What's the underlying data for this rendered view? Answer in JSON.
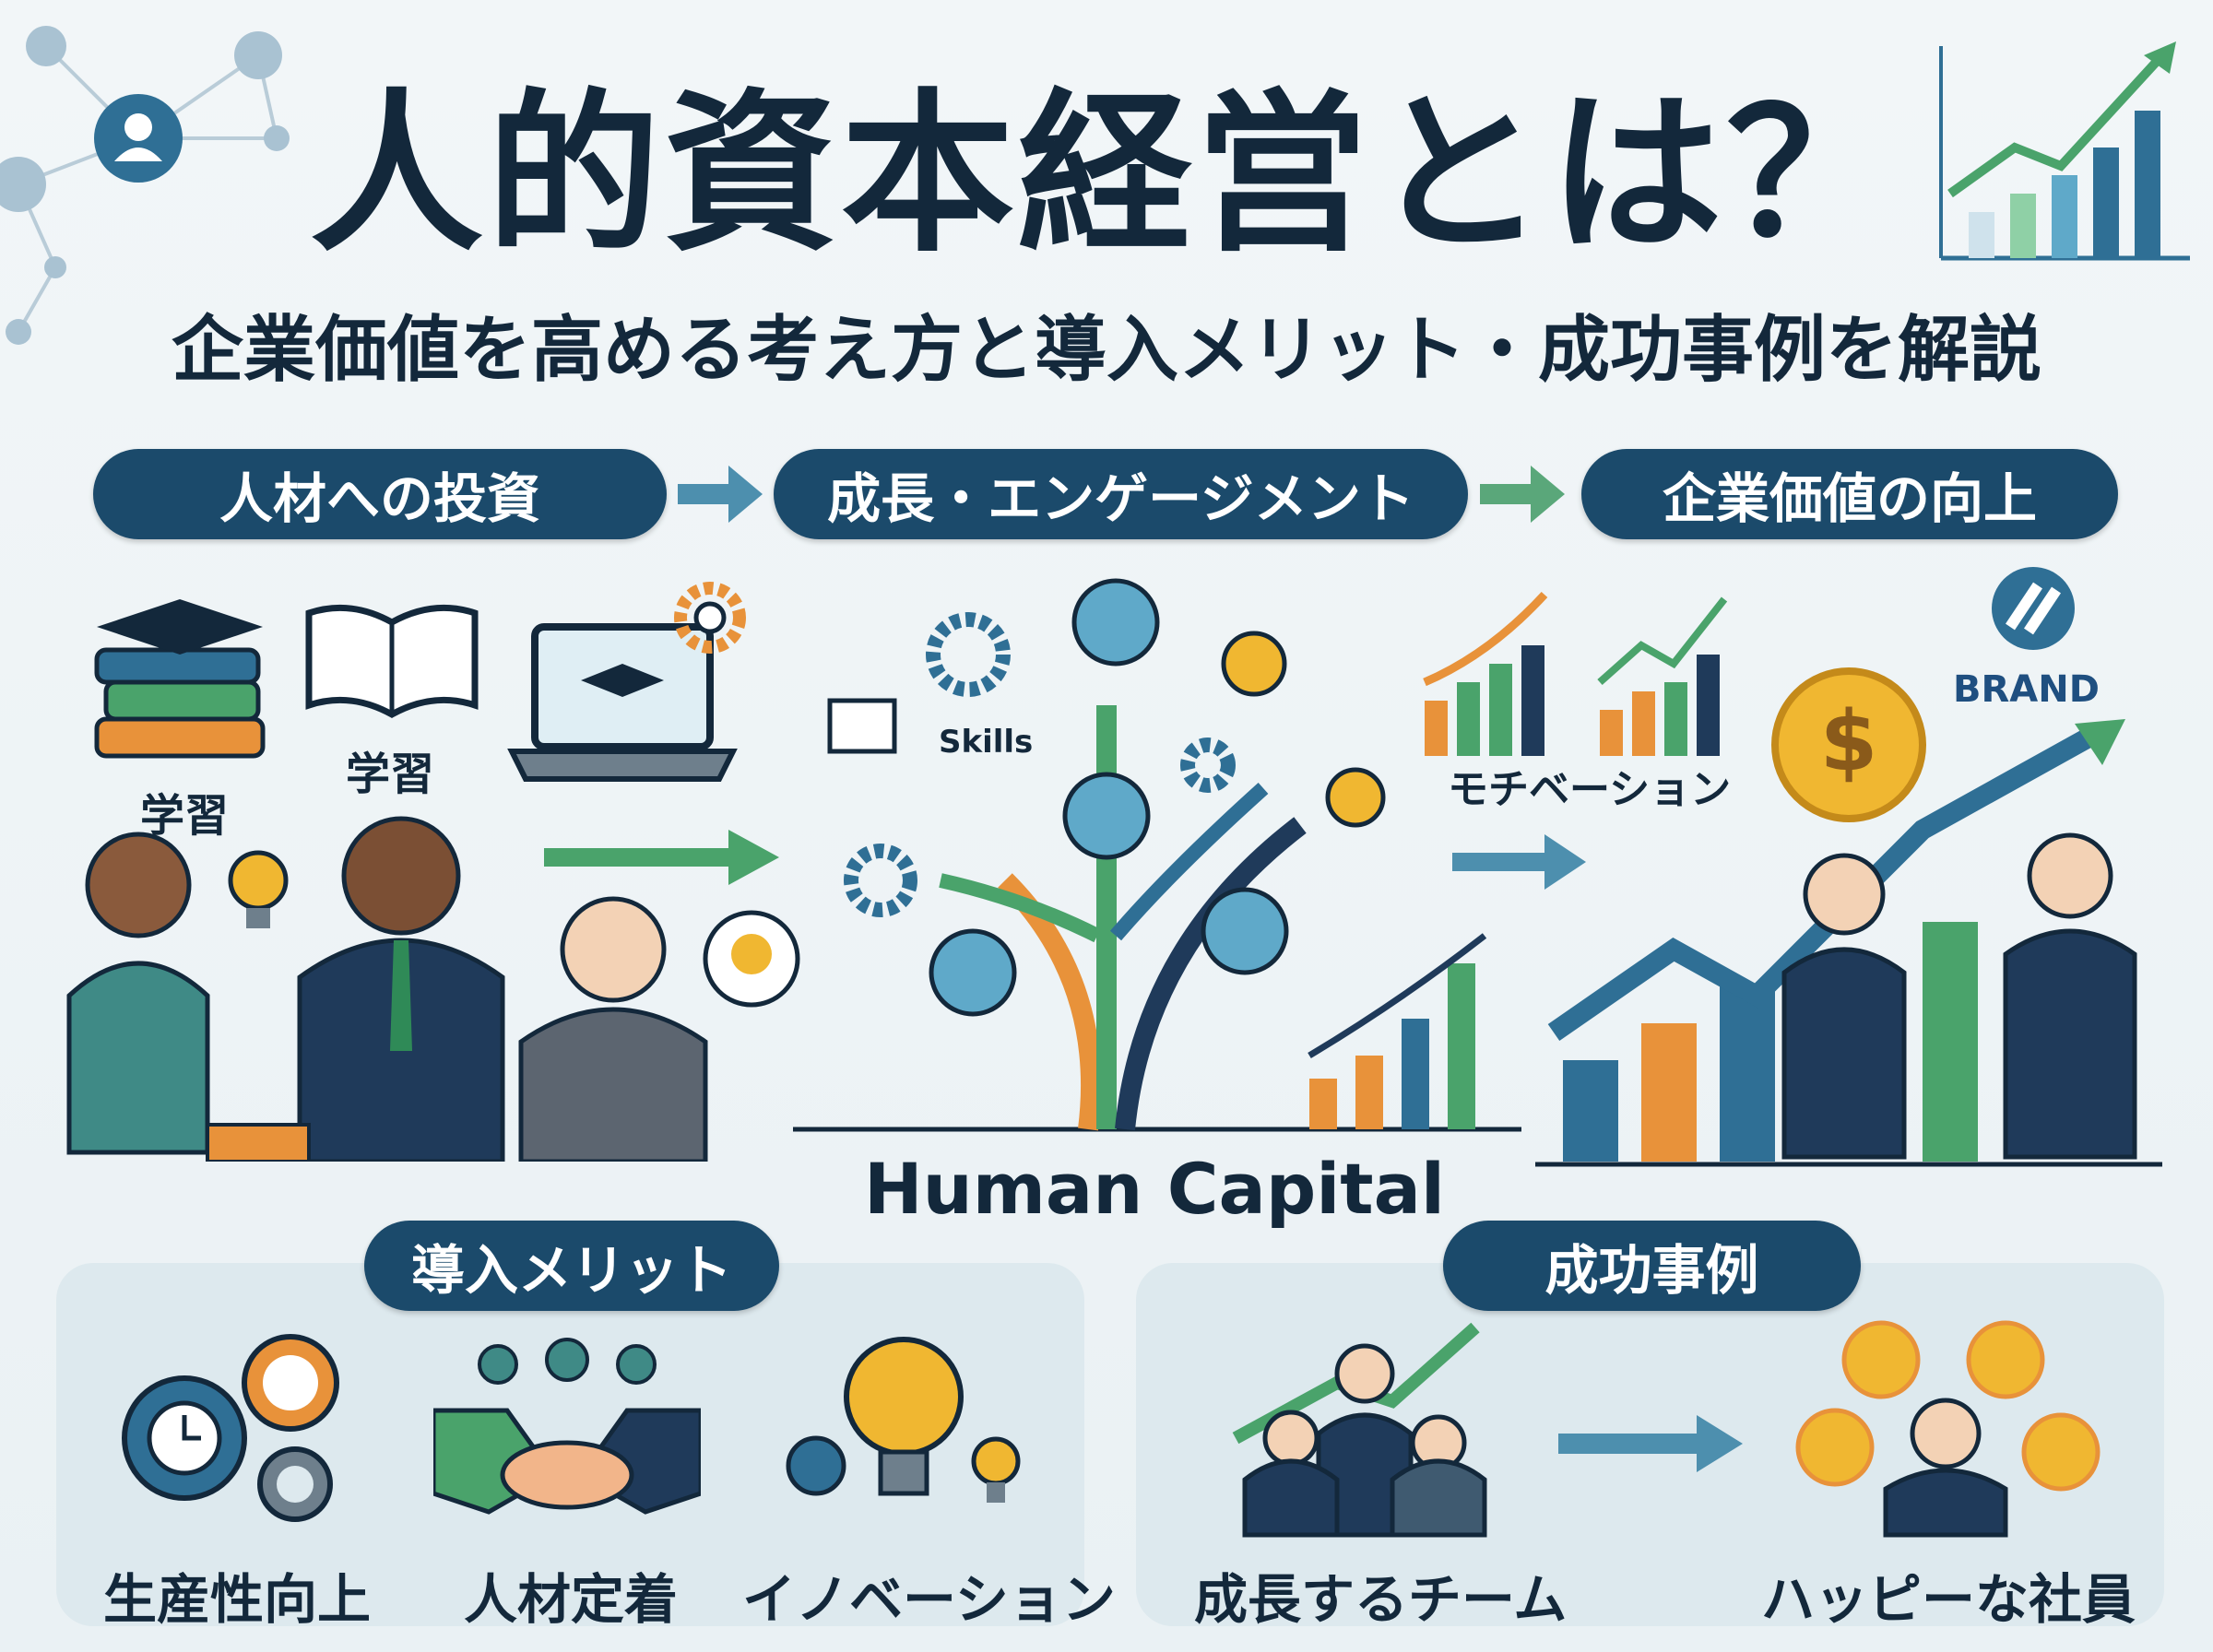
{
  "header": {
    "title": "人的資本経営とは？",
    "subtitle": "企業価値を高める考え方と導入メリット・成功事例を解説"
  },
  "flow": {
    "steps": [
      "人材への投資",
      "成長・エンゲージメント",
      "企業価値の向上"
    ]
  },
  "illustrations": {
    "study_label_1": "学習",
    "study_label_2": "学習",
    "skills_label": "Skills",
    "motivation_label": "モチベーション",
    "brand_label": "BRAND",
    "center_caption": "Human Capital"
  },
  "benefits": {
    "heading": "導入メリット",
    "items": [
      {
        "label": "生産性向上",
        "icon": "gears-clock-icon"
      },
      {
        "label": "人材定着",
        "icon": "handshake-icon"
      },
      {
        "label": "イノベーション",
        "icon": "lightbulb-icon"
      }
    ]
  },
  "cases": {
    "heading": "成功事例",
    "items": [
      {
        "label": "成長するチーム",
        "icon": "team-growth-icon"
      },
      {
        "label": "ハッピーな社員",
        "icon": "happy-employees-icon"
      }
    ]
  },
  "colors": {
    "navy": "#1b4a6b",
    "green": "#4aa36b",
    "orange": "#e8923a",
    "blue": "#2f6f95",
    "gold": "#f0b731"
  }
}
